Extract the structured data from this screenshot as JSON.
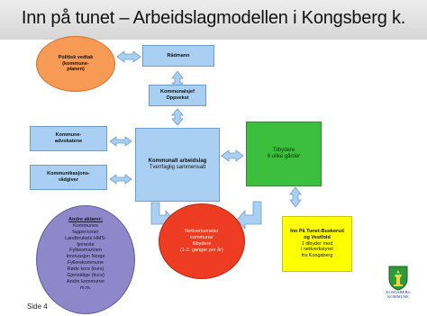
{
  "slide": {
    "title": "Inn på tunet – Arbeidslagmodellen i Kongsberg k.",
    "page_label": "Side 4"
  },
  "nodes": {
    "politisk": [
      "Politisk vedtak",
      "(kommune-",
      "planen)"
    ],
    "radmann": "Rådmann",
    "kommunalsjef": [
      "Kommunalsjef",
      "Oppvekst"
    ],
    "advokatene": [
      "Kommune-",
      "advokatene"
    ],
    "kommunikasjon": [
      "Kommunikasjons-",
      "rådgiver"
    ],
    "arbeidslag": [
      "Kommunalt arbeidslag",
      "Tverrfaglig sammensatt"
    ],
    "tilbydere": [
      "Tilbydere",
      "6 ulike gårder"
    ],
    "andre_title": "Andre aktører:",
    "andre_items": [
      "Kommunes",
      "fagpersoner",
      "Landbrukets HMS-",
      "tjeneste",
      "Fylkesmannen",
      "Innovasjon Norge",
      "Fylkeskommune",
      "Røde kors (kurs)",
      "Gjensidige (kurs)",
      "Andre kommuner",
      "m.m."
    ],
    "nettverk": [
      "Nettverksmøter",
      "kommune/",
      "tilbydere",
      "(1-2. ganger per år)"
    ],
    "buskerud": [
      "Inn På Tunet-Buskerud",
      "og Vestfold",
      "1 tilbyder med",
      "i nettverkstyret",
      "fra Kongsberg"
    ]
  },
  "logo": {
    "text": [
      "KONGSBERG",
      "KOMMUNE"
    ]
  },
  "colors": {
    "blue_box": "#a9d0f2",
    "green_box": "#3cbf3c",
    "yellow_box": "#ffff00",
    "orange_oval": "#f79a55",
    "red_oval": "#ee3c22",
    "purple_oval": "#8e87c9",
    "arrow": "#a9d0f2"
  }
}
